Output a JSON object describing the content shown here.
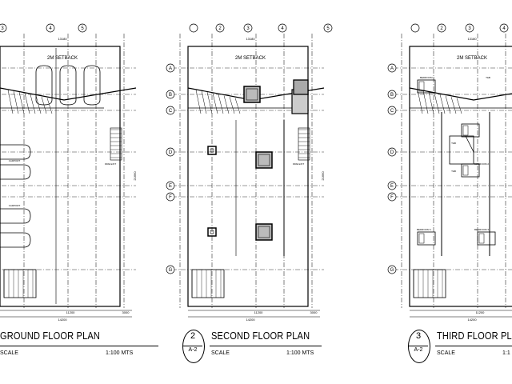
{
  "sheets": [
    {
      "num": "",
      "sheet": "",
      "title": "GROUND FLOOR PLAN",
      "scale_label": "SCALE",
      "scale_value": "1:100  MTS"
    },
    {
      "num": "2",
      "sheet": "A-2",
      "title": "SECOND FLOOR PLAN",
      "scale_label": "SCALE",
      "scale_value": "1:100  MTS"
    },
    {
      "num": "3",
      "sheet": "A-2",
      "title": "THIRD FLOOR PLA",
      "scale_label": "SCALE",
      "scale_value": "1:1"
    }
  ],
  "grid": {
    "columns": [
      "2",
      "3",
      "4",
      "5"
    ],
    "columns_left": [
      "3",
      "4",
      "5"
    ],
    "rows": [
      "A",
      "B",
      "C",
      "D",
      "E",
      "F",
      "G"
    ]
  },
  "labels": {
    "setback": "2M SETBACK",
    "dim_top": "13180",
    "dim_bottom_a": "11200",
    "dim_bottom_b": "3000",
    "dim_bottom_total": "14200",
    "dim_side": "21660",
    "carport": "CARPORT",
    "fire_exit": "FIRE EXIT",
    "bedroom_1": "BEDROOM 1",
    "bedroom_2": "BEDROOM 2",
    "bedroom_3": "BEDROOM 3",
    "tb": "T&B"
  }
}
